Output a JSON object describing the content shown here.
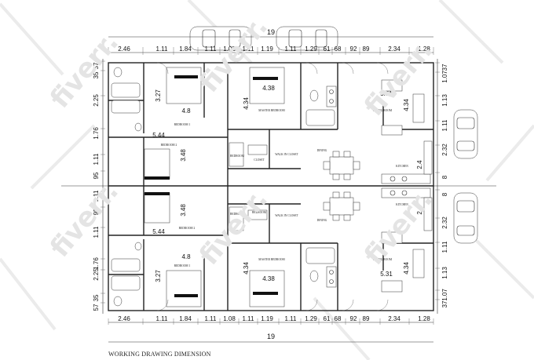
{
  "caption": "WORKING DRAWING DIMENSION",
  "watermark": {
    "text": "fiverr."
  },
  "overall_width": "19",
  "top_dimensions": [
    "2.46",
    "1.11",
    "1.84",
    "1.11",
    "1.08",
    "1.11",
    "1.19",
    "1.11",
    "1.29",
    "61",
    "68",
    "92",
    "89",
    "2.34",
    "1.28"
  ],
  "bottom_dimensions": [
    "2.46",
    "1.11",
    "1.84",
    "1.11",
    "1.08",
    "1.11",
    "1.19",
    "1.11",
    "1.29",
    "61",
    "68",
    "92",
    "89",
    "2.34",
    "1.28"
  ],
  "left_dimensions": [
    "57",
    "35",
    "2.25",
    "1.76",
    "1.11",
    "95",
    "1.11",
    "95",
    "1.11",
    "1.76",
    "2.25",
    "35",
    "57"
  ],
  "right_dimensions": [
    "37",
    "1.07",
    "1.13",
    "1.11",
    "2.32",
    "8",
    "8",
    "2.32",
    "1.11",
    "1.13",
    "1.07",
    "37"
  ],
  "rooms": [
    {
      "label": "BEDROOM 1"
    },
    {
      "label": "MASTER BEDROOM"
    },
    {
      "label": "BEDROOM 2"
    },
    {
      "label": "BEDROOM"
    },
    {
      "label": "CLOSET"
    },
    {
      "label": "WALK IN CLOSET"
    },
    {
      "label": "DINING"
    },
    {
      "label": "LIVING ROOM"
    },
    {
      "label": "KITCHEN"
    }
  ],
  "room_areas": [
    {
      "text": "4.8"
    },
    {
      "text": "4.38"
    },
    {
      "text": "5.31"
    },
    {
      "text": "3.27"
    },
    {
      "text": "4.34"
    },
    {
      "text": "4.34"
    },
    {
      "text": "5.44"
    },
    {
      "text": "3.48"
    },
    {
      "text": "2.4"
    },
    {
      "text": "3.48"
    },
    {
      "text": "5.44"
    },
    {
      "text": "2.4"
    },
    {
      "text": "4.8"
    },
    {
      "text": "3.27"
    },
    {
      "text": "4.34"
    },
    {
      "text": "4.38"
    },
    {
      "text": "5.31"
    },
    {
      "text": "4.34"
    }
  ]
}
